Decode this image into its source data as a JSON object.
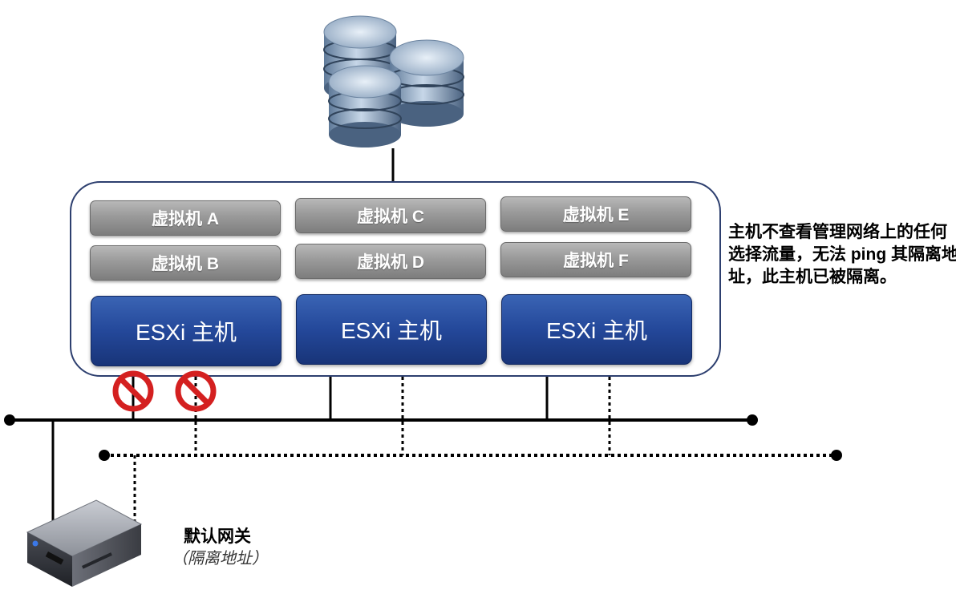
{
  "diagram": {
    "vms": [
      {
        "label": "虚拟机 A"
      },
      {
        "label": "虚拟机 B"
      },
      {
        "label": "虚拟机 C"
      },
      {
        "label": "虚拟机 D"
      },
      {
        "label": "虚拟机 E"
      },
      {
        "label": "虚拟机 F"
      }
    ],
    "hosts": [
      {
        "label": "ESXi 主机"
      },
      {
        "label": "ESXi 主机"
      },
      {
        "label": "ESXi 主机"
      }
    ],
    "note": "主机不查看管理网络上的任何选择流量，无法 ping 其隔离地址，此主机已被隔离。",
    "gateway": {
      "label": "默认网关",
      "sublabel": "（隔离地址）"
    },
    "colors": {
      "host_blue": "#24489a",
      "vm_gray": "#9a9a9a",
      "block_red": "#d42020",
      "cluster_border": "#2d3f6f"
    }
  }
}
